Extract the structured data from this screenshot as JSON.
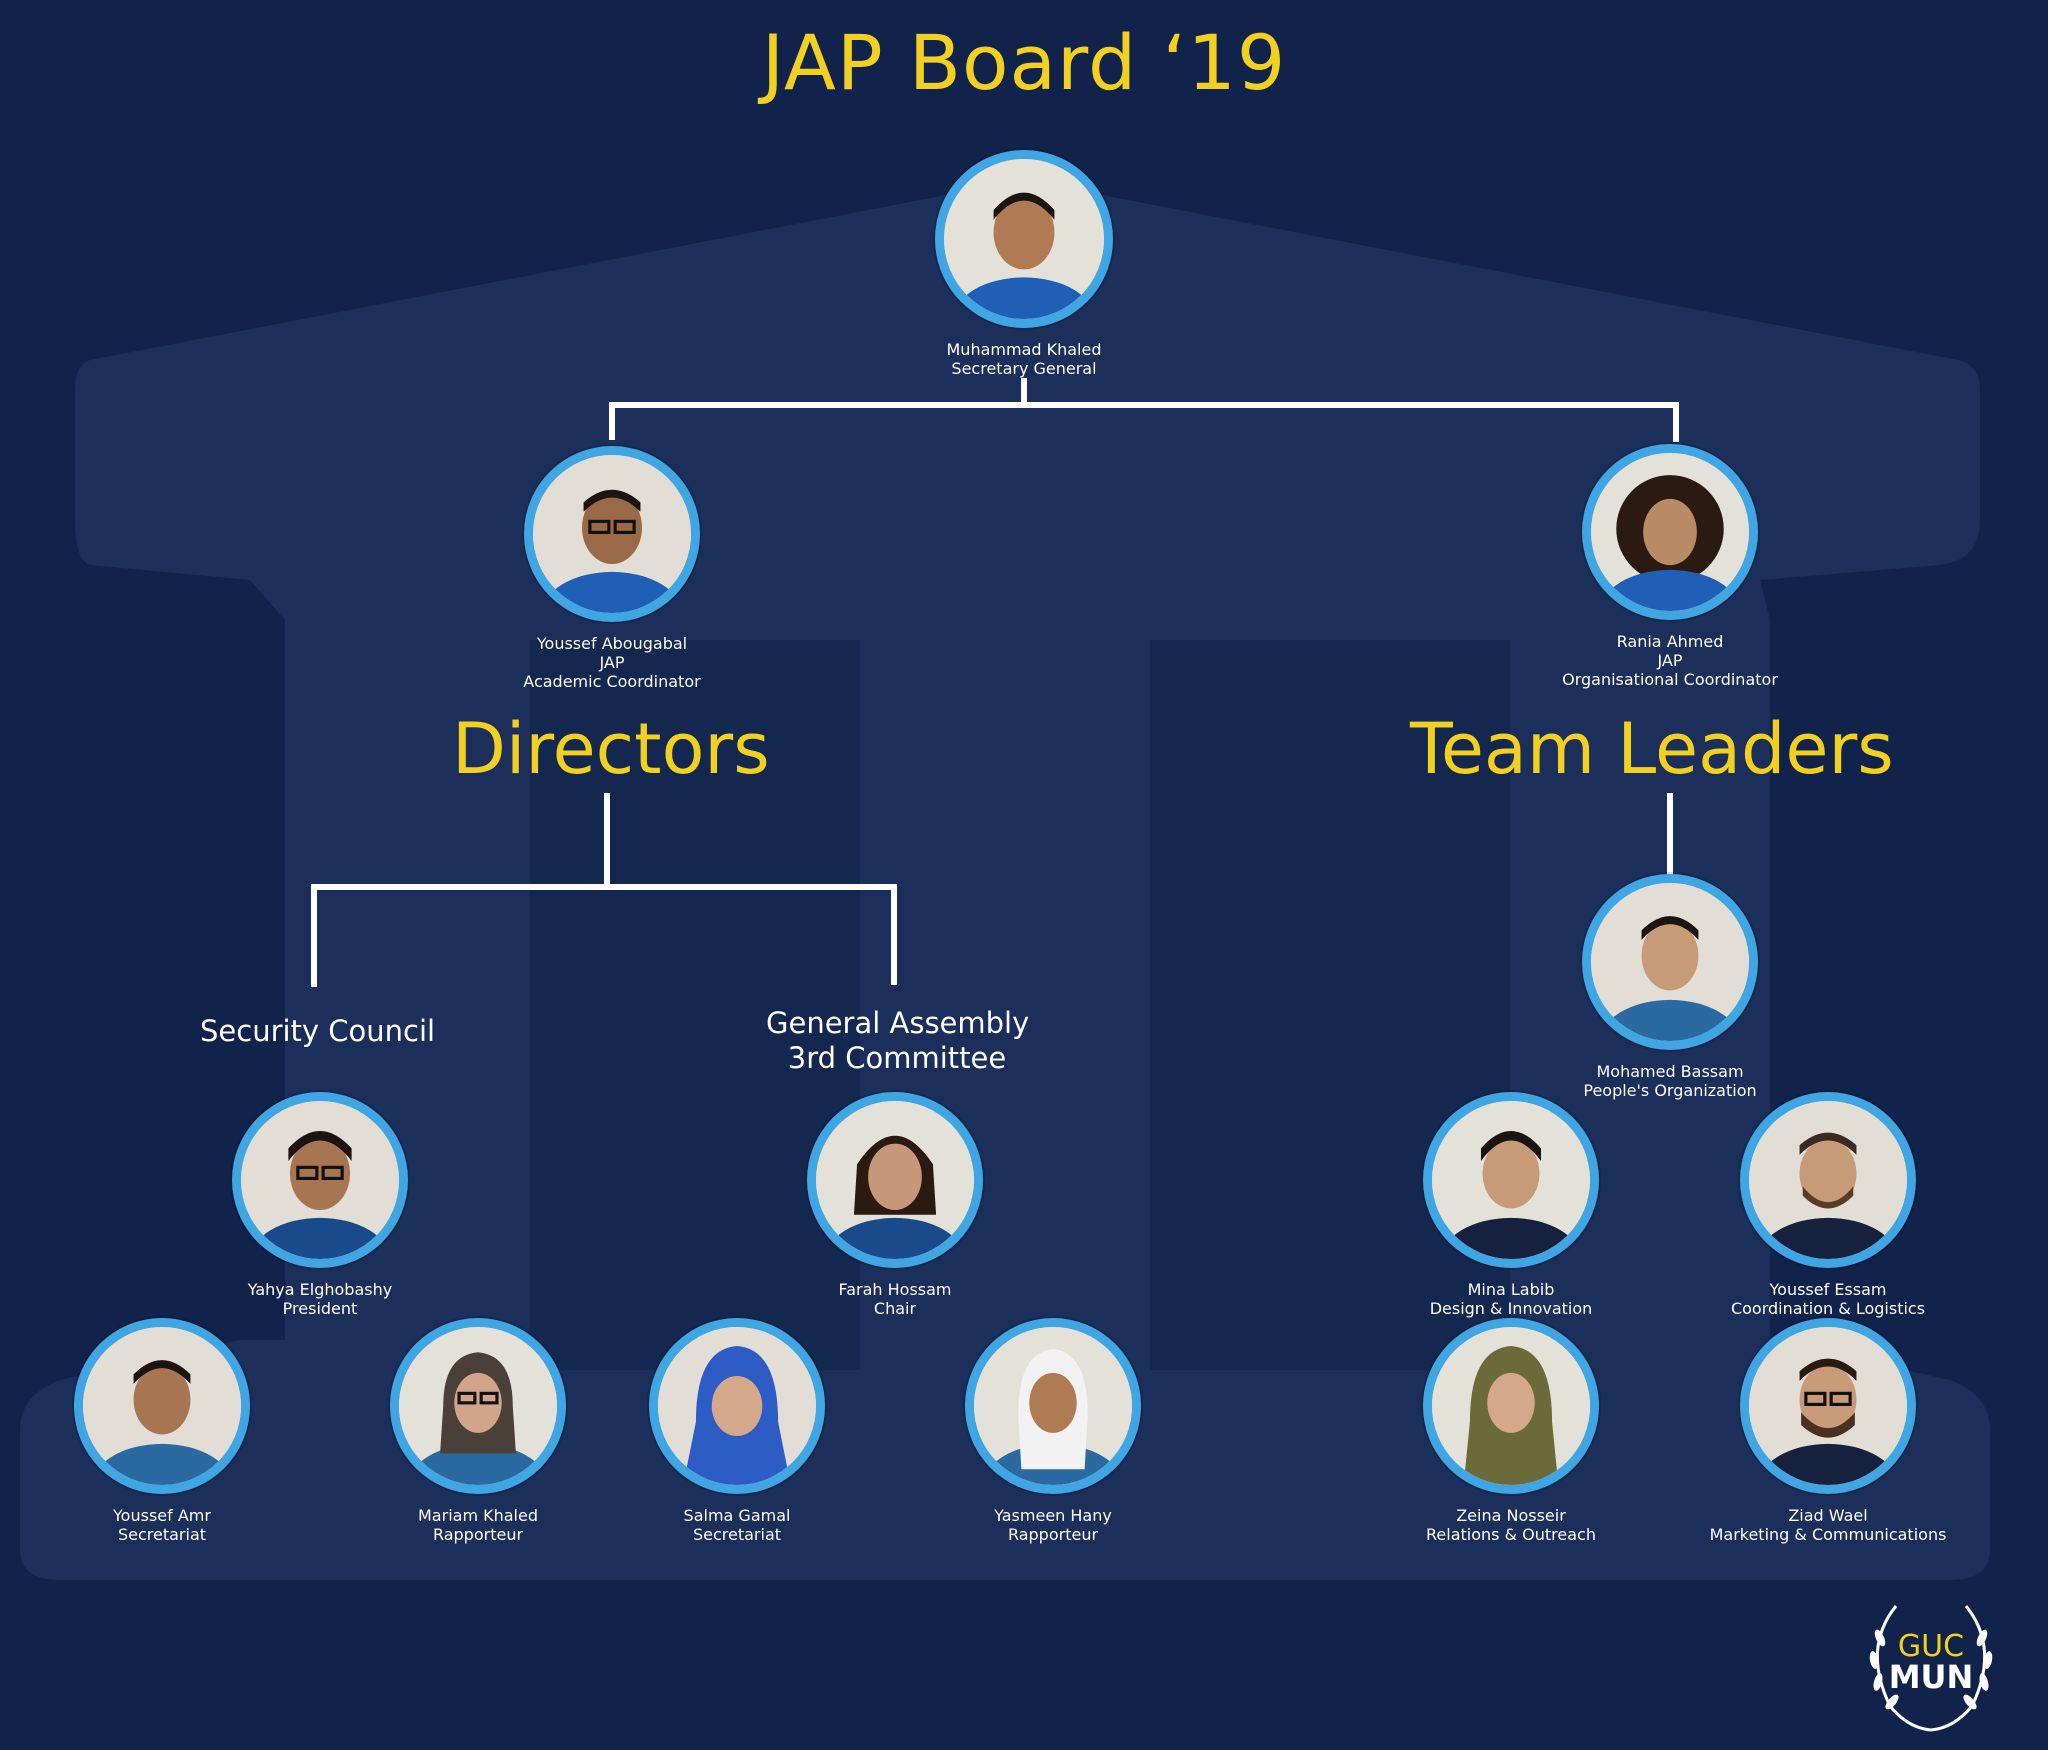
{
  "title": "JAP Board ‘19",
  "sections": {
    "directors": "Directors",
    "team_leaders": "Team Leaders",
    "security_council": "Security Council",
    "general_assembly_line1": "General Assembly",
    "general_assembly_line2": "3rd Committee"
  },
  "people": {
    "sg": {
      "name": "Muhammad Khaled",
      "role": "Secretary General"
    },
    "academic": {
      "name": "Youssef Abougabal",
      "line2": "JAP",
      "role": "Academic Coordinator"
    },
    "organisational": {
      "name": "Rania Ahmed",
      "line2": "JAP",
      "role": "Organisational Coordinator"
    },
    "sc_president": {
      "name": "Yahya Elghobashy",
      "role": "President"
    },
    "ga_chair": {
      "name": "Farah Hossam",
      "role": "Chair"
    },
    "sc_secretariat": {
      "name": "Youssef Amr",
      "role": "Secretariat"
    },
    "sc_rapporteur": {
      "name": "Mariam Khaled",
      "role": "Rapporteur"
    },
    "ga_secretariat": {
      "name": "Salma Gamal",
      "role": "Secretariat"
    },
    "ga_rapporteur": {
      "name": "Yasmeen Hany",
      "role": "Rapporteur"
    },
    "tl_people": {
      "name": "Mohamed Bassam",
      "role": "People's Organization"
    },
    "tl_design": {
      "name": "Mina Labib",
      "role": "Design & Innovation"
    },
    "tl_logistics": {
      "name": "Youssef Essam",
      "role": "Coordination & Logistics"
    },
    "tl_relations": {
      "name": "Zeina Nosseir",
      "role": "Relations & Outreach"
    },
    "tl_marketing": {
      "name": "Ziad Wael",
      "role": "Marketing & Communications"
    }
  },
  "logo": {
    "line1": "GUC",
    "line2": "MUN"
  },
  "colors": {
    "background": "#11234a",
    "watermark": "#1b2f5a",
    "accent_yellow": "#f2d022",
    "ring_blue": "#3fa6e3",
    "connector": "#ffffff"
  }
}
